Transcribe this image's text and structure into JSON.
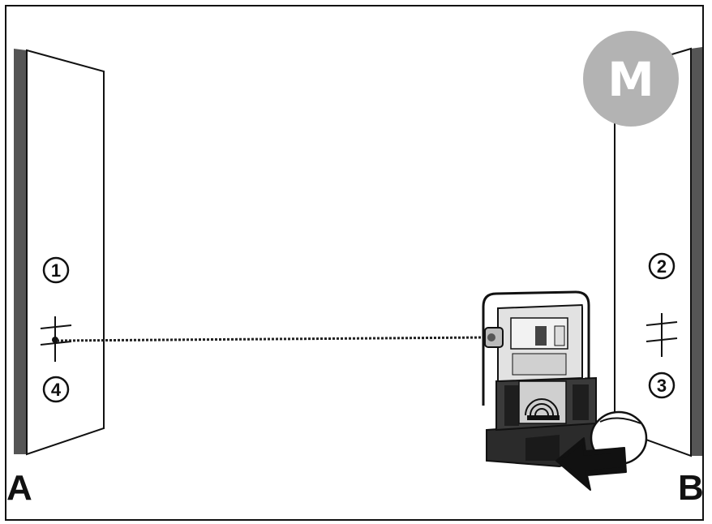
{
  "walls": {
    "left": {
      "label": "A",
      "markers": [
        {
          "number": "1"
        },
        {
          "number": "4"
        }
      ]
    },
    "right": {
      "label": "B",
      "markers": [
        {
          "number": "2"
        },
        {
          "number": "3"
        }
      ]
    }
  },
  "logo": {
    "letter": "M",
    "color": "#b3b3b3"
  },
  "colors": {
    "ink": "#111111",
    "wall_edge": "#555555",
    "laser_beam": "#222222"
  },
  "icons": {
    "rotation": "curved-arrow-rotate-icon",
    "device": "rotating-laser-icon"
  }
}
